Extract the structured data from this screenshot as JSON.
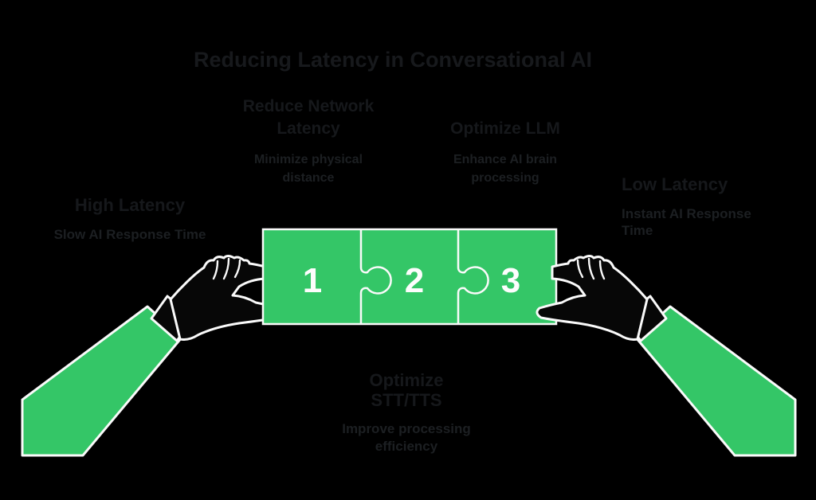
{
  "title": "Reducing Latency in Conversational AI",
  "colors": {
    "background": "#000000",
    "green": "#34c667",
    "outline": "#fafafa",
    "ink_black": "#070707",
    "number_white": "#fdfdfd",
    "heading_text": "#16181b",
    "subtitle_text": "#1c1f22"
  },
  "labels": {
    "reduce_network": {
      "heading": "Reduce Network Latency",
      "subtitle": "Minimize physical distance"
    },
    "optimize_llm": {
      "heading": "Optimize LLM",
      "subtitle": "Enhance AI brain processing"
    },
    "high_latency": {
      "heading": "High Latency",
      "subtitle": "Slow AI Response Time"
    },
    "low_latency": {
      "heading": "Low Latency",
      "subtitle": "Instant AI Response Time"
    },
    "optimize_stt": {
      "heading": "Optimize STT/TTS",
      "subtitle": "Improve processing efficiency"
    }
  },
  "puzzle": {
    "pieces": [
      {
        "number": "1"
      },
      {
        "number": "2"
      },
      {
        "number": "3"
      }
    ]
  }
}
